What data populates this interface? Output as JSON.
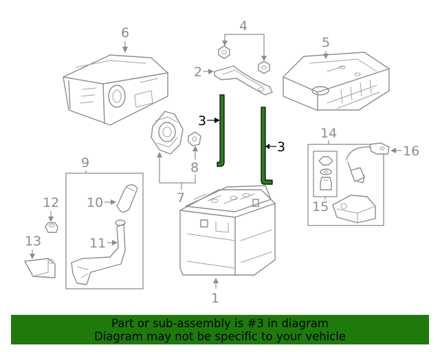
{
  "diagram": {
    "callouts": {
      "c1": "1",
      "c2": "2",
      "c3a": "3",
      "c3b": "3",
      "c4": "4",
      "c5": "5",
      "c6": "6",
      "c7": "7",
      "c8": "8",
      "c9": "9",
      "c10": "10",
      "c11": "11",
      "c12": "12",
      "c13": "13",
      "c14": "14",
      "c15": "15",
      "c16": "16"
    },
    "highlighted_part": "3",
    "colors": {
      "highlight": "#2e7d1f",
      "banner": "#1f7a0c",
      "line_art": "#8c8c8c"
    }
  },
  "banner": {
    "line1": "Part or sub-assembly is #3 in diagram",
    "line2": "Diagram may not be specific to your vehicle"
  }
}
